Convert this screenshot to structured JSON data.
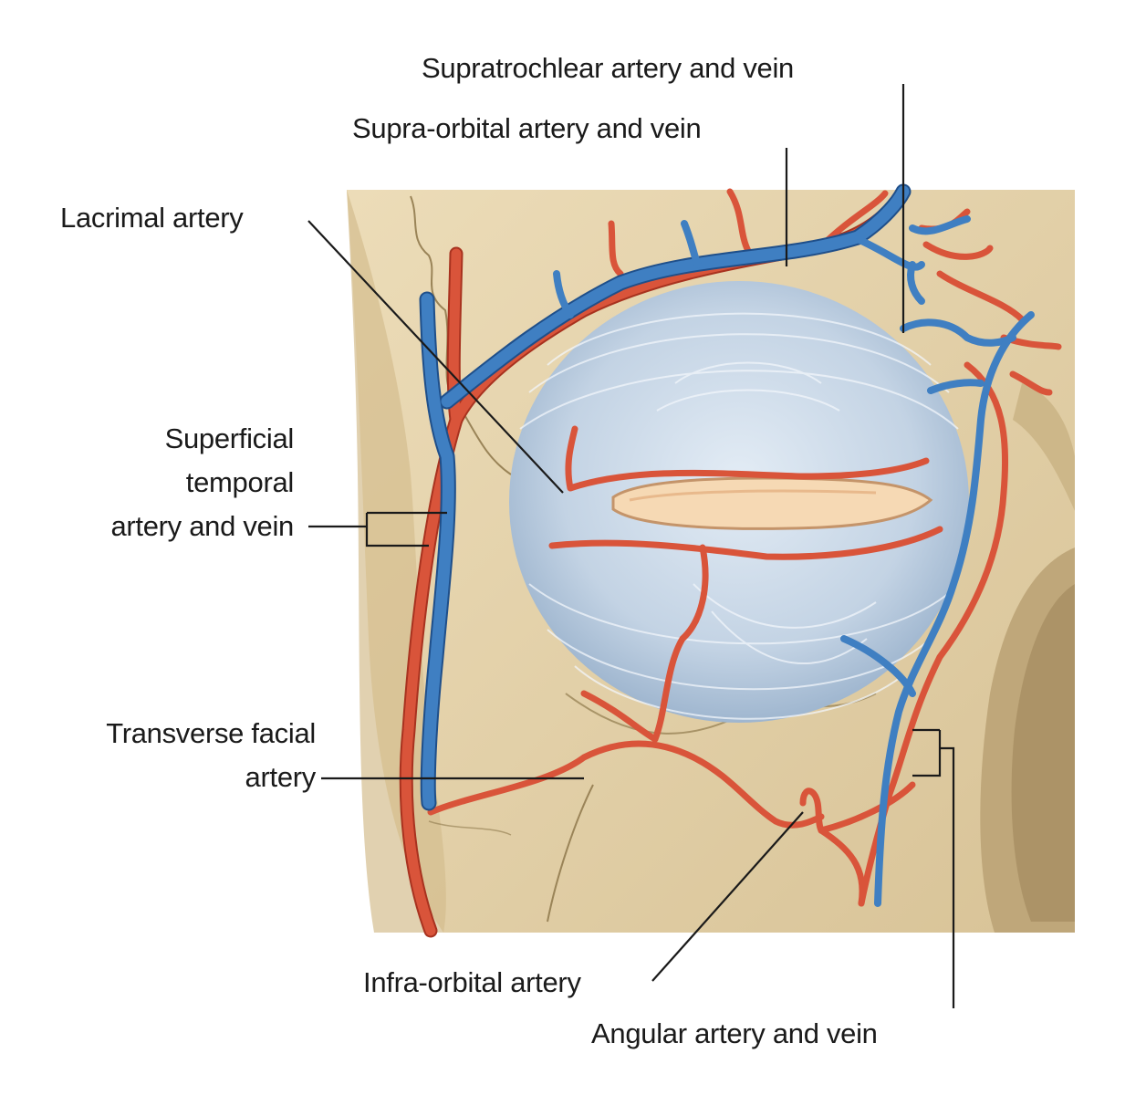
{
  "labels": {
    "supratrochlear": "Supratrochlear artery and vein",
    "supraorbital": "Supra-orbital artery and vein",
    "lacrimal": "Lacrimal artery",
    "superficial_temporal": [
      "Superficial",
      "temporal",
      "artery and vein"
    ],
    "transverse_facial": [
      "Transverse facial",
      "artery"
    ],
    "infraorbital": "Infra-orbital artery",
    "angular": "Angular artery and vein"
  },
  "colors": {
    "artery": "#d9543a",
    "artery_dark": "#a8321f",
    "vein": "#3f7fc2",
    "vein_dark": "#1f4f8a",
    "bone": "#e6d4ac",
    "bone_shadow": "#c9b48a",
    "muscle": "#c3d3e4",
    "muscle_line": "#eef4fa",
    "eyelid_opening": "#f6d9b4"
  },
  "icons": [
    "orbicularis-oculi-muscle",
    "skull-bone"
  ]
}
